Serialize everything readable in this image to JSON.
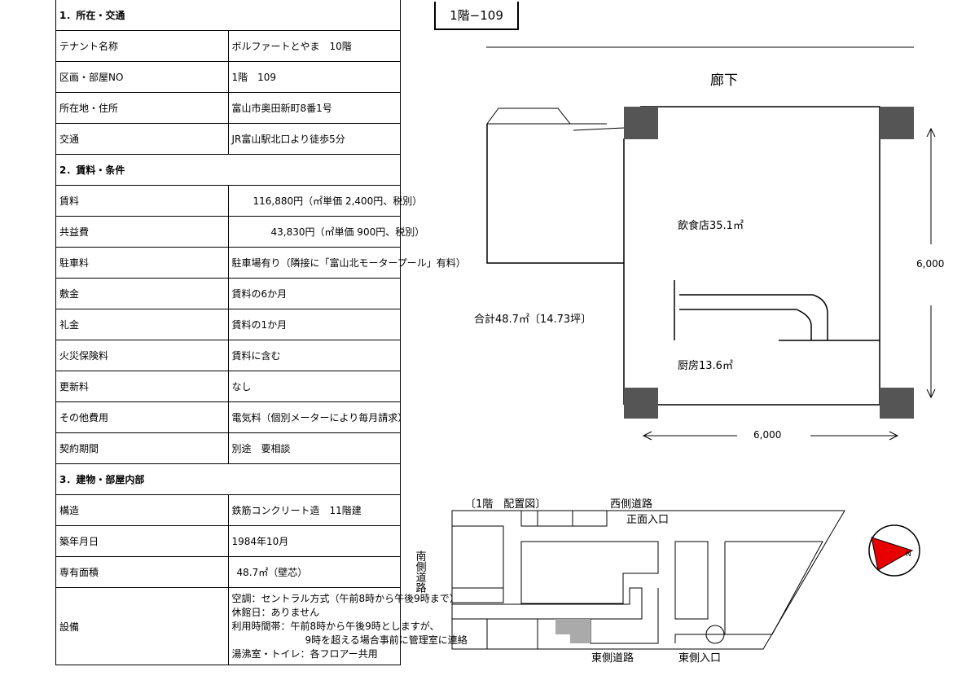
{
  "sections": [
    {
      "title": "1．所在・交通",
      "rows": [
        {
          "label": "テナント名称",
          "value": "ボルファートとやま　10階"
        },
        {
          "label": "区画・部屋NO",
          "value": "1階　109"
        },
        {
          "label": "所在地・住所",
          "value": "富山市奥田新町8番1号"
        },
        {
          "label": "交通",
          "value": "JR富山駅北口より徒歩5分"
        }
      ]
    },
    {
      "title": "2．賃料・条件",
      "rows": [
        {
          "label": "賃料",
          "value": "116,880円（㎡単価 2,400円、税別）"
        },
        {
          "label": "共益費",
          "value": "43,830円（㎡単価 900円、税別）"
        },
        {
          "label": "駐車料",
          "value": "駐車場有り（隣接に「富山北モータープール」有料）"
        },
        {
          "label": "敷金",
          "value": "賃料の6か月"
        },
        {
          "label": "礼金",
          "value": "賃料の1か月"
        },
        {
          "label": "火災保険料",
          "value": "賃料に含む"
        },
        {
          "label": "更新料",
          "value": "なし"
        },
        {
          "label": "その他費用",
          "value": "電気料（個別メーターにより毎月請求）"
        },
        {
          "label": "契約期間",
          "value": "別途　要相談"
        }
      ]
    },
    {
      "title": "3．建物・部屋内部",
      "rows": [
        {
          "label": "構造",
          "value": "鉄筋コンクリート造　11階建"
        },
        {
          "label": "築年月日",
          "value": "1984年10月"
        },
        {
          "label": "専有面積",
          "value": "48.7㎡（壁芯）"
        }
      ]
    }
  ],
  "equipment": {
    "label": "設備",
    "lines": [
      "空調：セントラル方式（午前8時から午後9時まで）",
      "休館日：ありません",
      "利用時間帯：午前8時から午後9時としますが、",
      "9時を超える場合事前に管理室に連絡",
      "湯沸室・トイレ：各フロアー共用"
    ]
  },
  "floor_plan": {
    "unit_label": "1階−109",
    "corridor": "廊下",
    "restaurant": "飲食店35.1㎡",
    "kitchen": "厨房13.6㎡",
    "total": "合計48.7㎡〔14.73坪〕",
    "dim_vertical": "6,000",
    "dim_horizontal": "6,000"
  },
  "site_plan": {
    "title": "〔1階　配置図〕",
    "west_road": "西側道路",
    "front_entrance": "正面入口",
    "south_road": "南側道路",
    "east_road": "東側道路",
    "east_entrance": "東側入口",
    "north_mark": "N"
  },
  "colors": {
    "pillar": "#555555",
    "unit_fill": "#aaaaaa",
    "compass": "#e60000"
  }
}
